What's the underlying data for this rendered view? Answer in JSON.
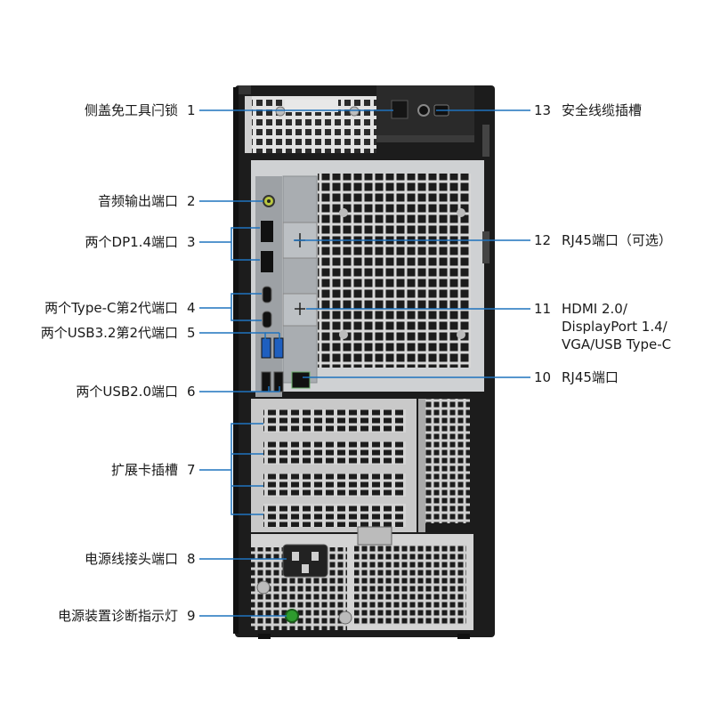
{
  "callouts_left": [
    {
      "num": "1",
      "label": "侧盖免工具闩锁"
    },
    {
      "num": "2",
      "label": "音频输出端口"
    },
    {
      "num": "3",
      "label": "两个DP1.4端口"
    },
    {
      "num": "4",
      "label": "两个Type-C第2代端口"
    },
    {
      "num": "5",
      "label": "两个USB3.2第2代端口"
    },
    {
      "num": "6",
      "label": "两个USB2.0端口"
    },
    {
      "num": "7",
      "label": "扩展卡插槽"
    },
    {
      "num": "8",
      "label": "电源线接头端口"
    },
    {
      "num": "9",
      "label": "电源装置诊断指示灯"
    }
  ],
  "callouts_right": [
    {
      "num": "13",
      "label": "安全线缆插槽"
    },
    {
      "num": "12",
      "label": "RJ45端口（可选）"
    },
    {
      "num": "11",
      "label": "HDMI 2.0/\nDisplayPort 1.4/\nVGA/USB Type-C"
    },
    {
      "num": "10",
      "label": "RJ45端口"
    }
  ],
  "colors": {
    "leader_line": "#1e73be",
    "chassis": "#1c1c1c",
    "panel": "#c9cbcd",
    "io_plate": "#a9adb1",
    "led": "#2e9b2e"
  }
}
